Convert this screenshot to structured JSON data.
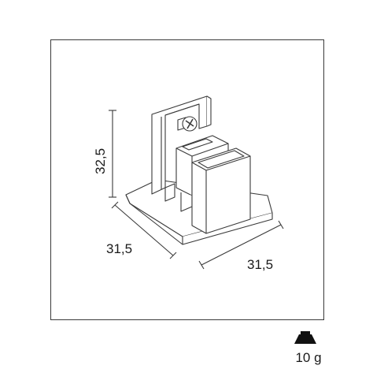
{
  "dimensions": {
    "height": "32,5",
    "depth": "31,5",
    "width": "31,5"
  },
  "weight": {
    "label": "10 g",
    "icon": "weight-icon"
  },
  "colors": {
    "line": "#3a3a3a",
    "fill": "#ffffff",
    "dark": "#111111"
  }
}
